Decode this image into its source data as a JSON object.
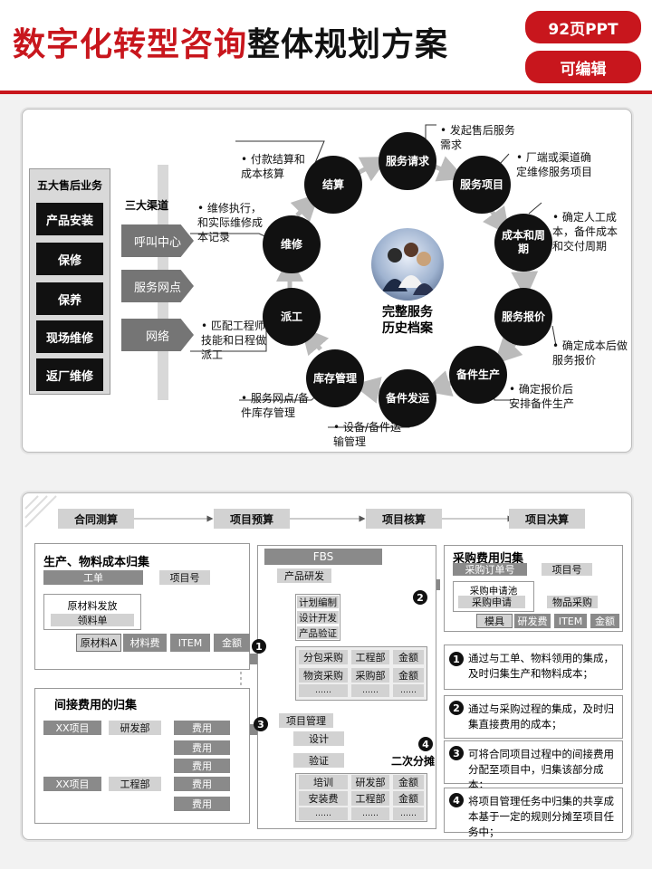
{
  "header": {
    "title_red": "数字化转型咨询",
    "title_black": "整体规划方案",
    "badge_pages": "92页PPT",
    "badge_edit": "可编辑"
  },
  "diagram1": {
    "five_title": "五大售后业务",
    "five_items": [
      "产品安装",
      "保修",
      "保养",
      "现场维修",
      "返厂维修"
    ],
    "three_title": "三大渠道",
    "channels": [
      "呼叫中心",
      "服务网点",
      "网络"
    ],
    "center_line1": "完整服务",
    "center_line2": "历史档案",
    "nodes": {
      "request": "服务请求",
      "project": "服务项目",
      "cost": "成本和周期",
      "quote": "服务报价",
      "parts": "备件生产",
      "ship": "备件发运",
      "stock": "库存管理",
      "dispatch": "派工",
      "repair": "维修",
      "settle": "结算"
    },
    "notes": {
      "request": "发起售后服务需求",
      "project": "厂端或渠道确定维修服务项目",
      "cost": "确定人工成本，备件成本和交付周期",
      "quote": "确定成本后做服务报价",
      "parts": "确定报价后安排备件生产",
      "ship": "设备/备件运输管理",
      "stock": "服务网点/备件库存管理",
      "dispatch": "匹配工程师技能和日程做派工",
      "repair": "维修执行，和实际维修成本记录",
      "settle": "付款结算和成本核算"
    }
  },
  "diagram2": {
    "phases": [
      "合同测算",
      "项目预算",
      "项目核算",
      "项目决算"
    ],
    "prod_title": "生产、物料成本归集",
    "gongdan": "工单",
    "xmh": "项目号",
    "ylff": "原材料发放",
    "llj": "领料单",
    "ycla": "原材料A",
    "clf": "材料费",
    "item": "ITEM",
    "jine": "金额",
    "indirect_title": "间接费用的归集",
    "xx1": "XX项目",
    "yfb": "研发部",
    "xx2": "XX项目",
    "gcb": "工程部",
    "fy": [
      "费用",
      "费用",
      "费用",
      "费用",
      "费用"
    ],
    "fbs": "FBS",
    "cpyf": "产品研发",
    "jhbz": "计划编制",
    "sjkf": "设计开发",
    "cpyz": "产品验证",
    "fbcg": "分包采购",
    "gcb2": "工程部",
    "wzcg": "物资采购",
    "cgb": "采购部",
    "dots": "……",
    "xmgl": "项目管理",
    "sheji": "设计",
    "yanzheng": "验证",
    "peixun": "培训",
    "yfb2": "研发部",
    "azf": "安装费",
    "gcb3": "工程部",
    "eci": "二次分摊",
    "proc_title": "采购费用归集",
    "cgddh": "采购订单号",
    "xmh2": "项目号",
    "cgsqc": "采购申请池",
    "cgsq": "采购申请",
    "wpcg": "物品采购",
    "muju": "模具",
    "yff": "研发费",
    "item2": "ITEM",
    "jine2": "金额",
    "nums": [
      "1",
      "2",
      "3",
      "4"
    ],
    "steps": [
      "通过与工单、物料领用的集成，及时归集生产和物料成本；",
      "通过与采购过程的集成，及时归集直接费用的成本；",
      "可将合同项目过程中的间接费用分配至项目中，归集该部分成本；",
      "将项目管理任务中归集的共享成本基于一定的规则分摊至项目任务中；"
    ]
  }
}
